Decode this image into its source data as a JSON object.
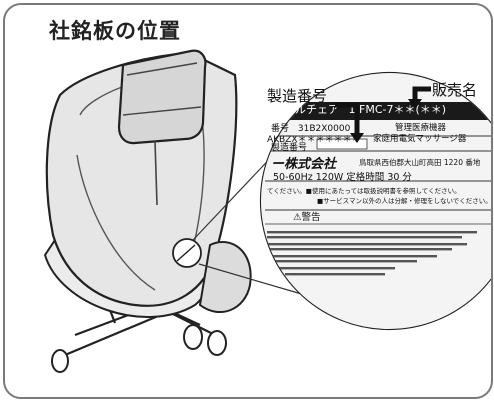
{
  "page": {
    "title": "社銘板の位置"
  },
  "callouts": {
    "serial": "製造番号",
    "seller": "販売名"
  },
  "plate": {
    "product_line": "イカルチェア",
    "model_prefix": "1  FMC-7",
    "model_suffix": "＊＊(＊＊)",
    "reg_label": "番号",
    "reg_value": "31B2X0000",
    "category_1": "管理医療機器",
    "code": "AKBZX＊＊＊＊＊＊＊",
    "category_2": "家庭用電気マッサージ器",
    "serial_label": "製造番号",
    "company": "ー株式会社",
    "address": "鳥取県西伯郡大山町高田 1220 番地",
    "power": "50-60Hz   120W   定格時間 30 分",
    "notice_1": "てください。■使用にあたっては取扱説明書を参照してください。",
    "notice_2": "■サービスマン以外の人は分解・修理をしないでください。",
    "warning": "⚠警告"
  }
}
